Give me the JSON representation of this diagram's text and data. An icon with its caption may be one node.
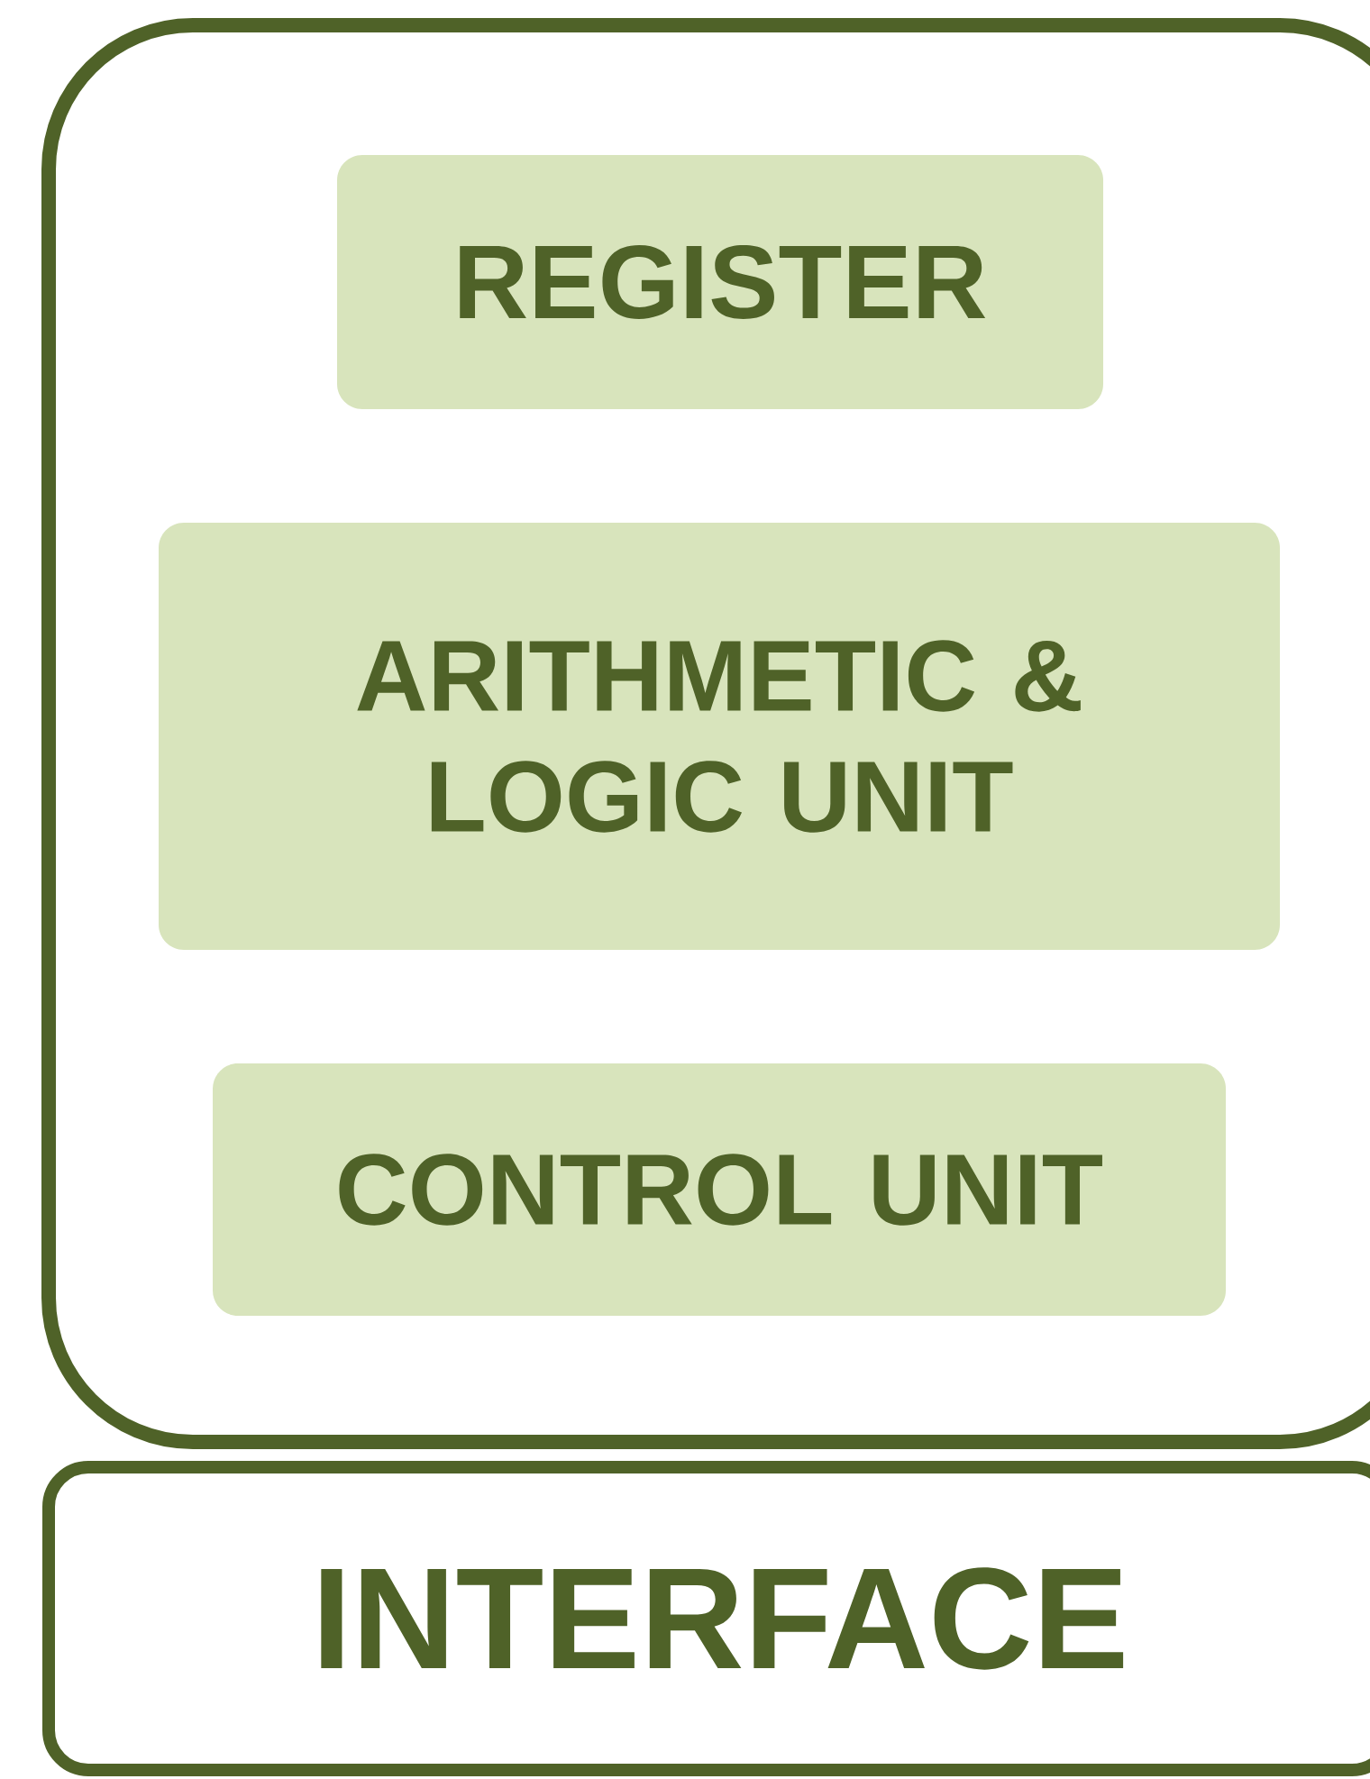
{
  "diagram": {
    "nodes": [
      {
        "text": [],
        "shape": "box"
      },
      {
        "text": [
          "REGISTER"
        ],
        "in": 0
      },
      {
        "text": [
          "ARITHMETIC & LOGIC UNIT"
        ],
        "in": 0
      },
      {
        "text": [
          "CONTROL UNIT"
        ],
        "in": 0
      },
      {
        "text": [
          "INTERFACE"
        ]
      }
    ]
  }
}
